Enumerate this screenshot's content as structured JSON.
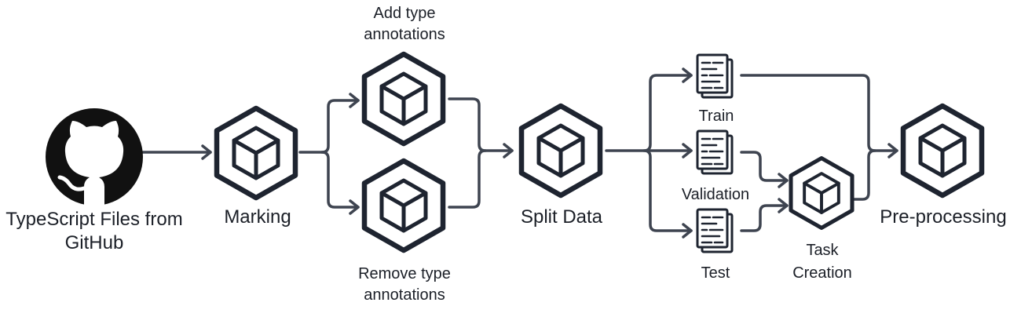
{
  "nodes": {
    "github": {
      "label_lines": [
        "TypeScript Files from",
        "GitHub"
      ],
      "icon": "github-octocat-icon"
    },
    "marking": {
      "label": "Marking",
      "icon": "cube-icon"
    },
    "add_types": {
      "label_lines": [
        "Add type",
        "annotations"
      ],
      "icon": "cube-icon"
    },
    "remove_types": {
      "label_lines": [
        "Remove type",
        "annotations"
      ],
      "icon": "cube-icon"
    },
    "split_data": {
      "label": "Split Data",
      "icon": "cube-icon"
    },
    "train": {
      "label": "Train",
      "icon": "document-icon"
    },
    "validation": {
      "label": "Validation",
      "icon": "document-icon"
    },
    "test": {
      "label": "Test",
      "icon": "document-icon"
    },
    "task_creation": {
      "label_lines": [
        "Task",
        "Creation"
      ],
      "icon": "cube-icon"
    },
    "preprocessing": {
      "label": "Pre-processing",
      "icon": "cube-icon"
    }
  },
  "colors": {
    "icon": "#1e2430",
    "connector": "#3e4450",
    "text": "#1b1f27"
  }
}
